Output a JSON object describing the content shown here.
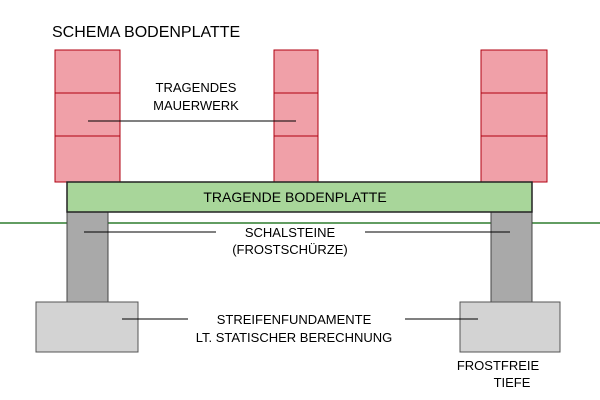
{
  "title": "SCHEMA BODENPLATTE",
  "labels": {
    "masonry_line1": "TRAGENDES",
    "masonry_line2": "MAUERWERK",
    "slab": "TRAGENDE BODENPLATTE",
    "formwork_line1": "SCHALSTEINE",
    "formwork_line2": "(FROSTSCHÜRZE)",
    "footing_line1": "STREIFENFUNDAMENTE",
    "footing_line2": "LT. STATISCHER BERECHNUNG",
    "frost_line1": "FROSTFREIE",
    "frost_line2": "TIEFE"
  },
  "colors": {
    "brick_fill": "#f0a0a8",
    "brick_stroke": "#b00010",
    "slab_fill": "#a8d69a",
    "wall_fill": "#a9a9a9",
    "footing_fill": "#d3d3d3",
    "ground_line": "#2e7d2e"
  }
}
